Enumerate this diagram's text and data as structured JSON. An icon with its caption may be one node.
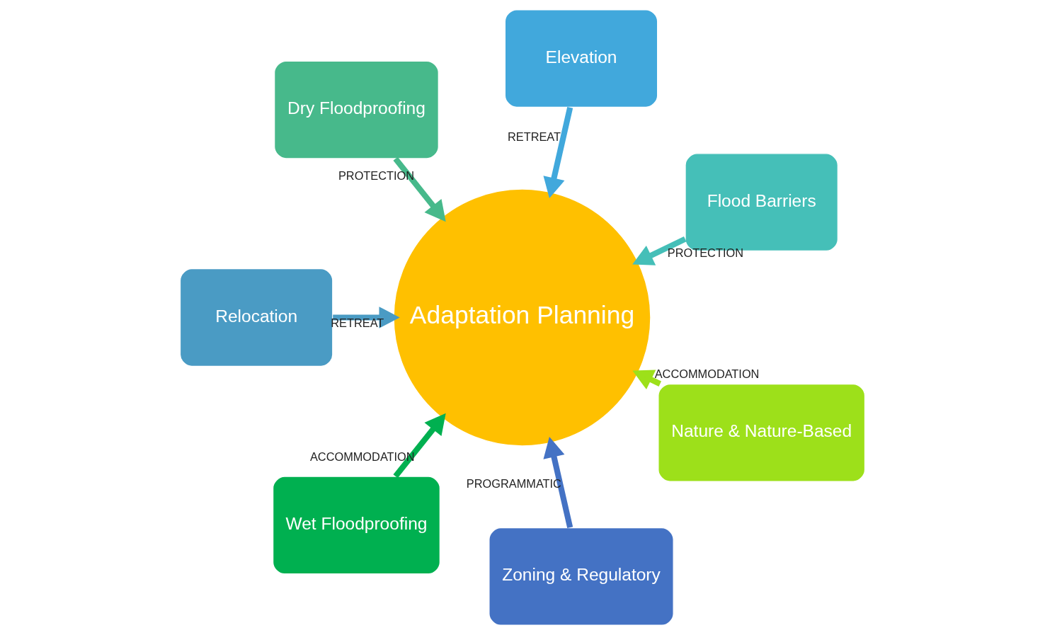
{
  "diagram": {
    "nodes": [
      {
        "text": [
          "Flood Barriers"
        ]
      },
      {
        "text": [
          "Elevation"
        ]
      },
      {
        "text": [
          "Dry Floodproofing"
        ]
      },
      {
        "text": [
          "Relocation"
        ]
      },
      {
        "text": [
          "Wet Floodproofing"
        ]
      },
      {
        "text": [
          "Zoning & Regulatory"
        ]
      },
      {
        "text": [
          "Adaptation Planning"
        ]
      },
      {
        "text": [
          "Nature & Nature-Based"
        ]
      }
    ],
    "edges": [
      {
        "from": 5,
        "to": 6,
        "arrow": "to",
        "label": "PROGRAMMATIC",
        "color": "#4472c4"
      },
      {
        "from": 3,
        "to": 6,
        "arrow": "to",
        "label": "RETREAT",
        "color": "#4a9bc4"
      },
      {
        "from": 1,
        "to": 6,
        "arrow": "to",
        "label": "RETREAT",
        "color": "#41a8dc"
      },
      {
        "from": 0,
        "to": 6,
        "arrow": "to",
        "label": "PROTECTION",
        "color": "#45bfb8"
      },
      {
        "from": 2,
        "to": 6,
        "arrow": "to",
        "label": "PROTECTION",
        "color": "#47b98b"
      },
      {
        "from": 4,
        "to": 6,
        "arrow": "to",
        "label": "ACCOMMODATION",
        "color": "#00b050"
      },
      {
        "from": 7,
        "to": 6,
        "arrow": "to",
        "label": "ACCOMMODATION",
        "color": "#9de01a"
      }
    ]
  }
}
